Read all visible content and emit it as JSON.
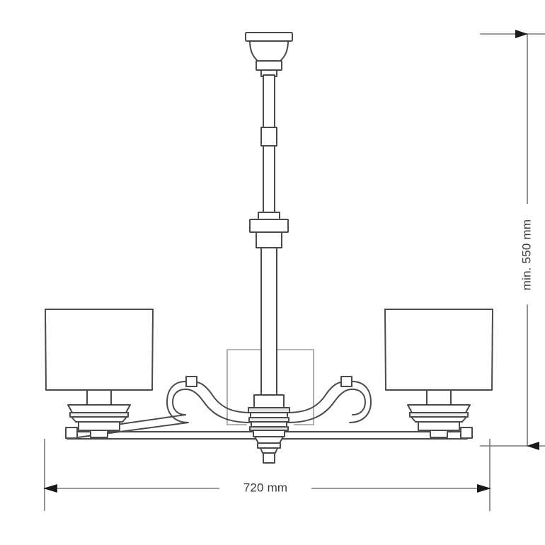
{
  "drawing": {
    "title": "Chandelier dimensional drawing",
    "product_type": "2-arm ceiling chandelier with rectangular fabric shades",
    "view": "front elevation",
    "background_color": "#ffffff",
    "line_color": "#4a4a4a",
    "light_line_color": "#9a9a9a",
    "dimension_line_color": "#7a7a7a",
    "arrow_color": "#1a1a1a",
    "text_color": "#3b3b3b"
  },
  "dimensions": {
    "width": {
      "label": "720 mm",
      "value": 720,
      "unit": "mm",
      "orientation": "horizontal",
      "position": "bottom",
      "arrow_style": "solid-filled-triangle-both-ends"
    },
    "height": {
      "label": "min. 550 mm",
      "value": 550,
      "unit": "mm",
      "qualifier": "min.",
      "orientation": "vertical-rotated-90",
      "position": "right",
      "arrow_style": "solid-filled-triangle-both-ends"
    }
  },
  "components": {
    "ceiling_canopy": "ceiling-canopy",
    "suspension_rod": "suspension-rod",
    "rod_coupling": "rod-coupling",
    "collar_flange": "collar-flange",
    "main_column": "main-column",
    "body_box": "body-box",
    "arm_left": "arm-left",
    "arm_right": "arm-right",
    "arm_back_left": "arm-back-left",
    "arm_back_right": "arm-back-right",
    "finial_hub": "finial-hub",
    "shade_left": "shade-left",
    "shade_right": "shade-right",
    "socket_left": "socket-left",
    "socket_right": "socket-right",
    "base_left": "lamp-base-left",
    "base_right": "lamp-base-right"
  }
}
